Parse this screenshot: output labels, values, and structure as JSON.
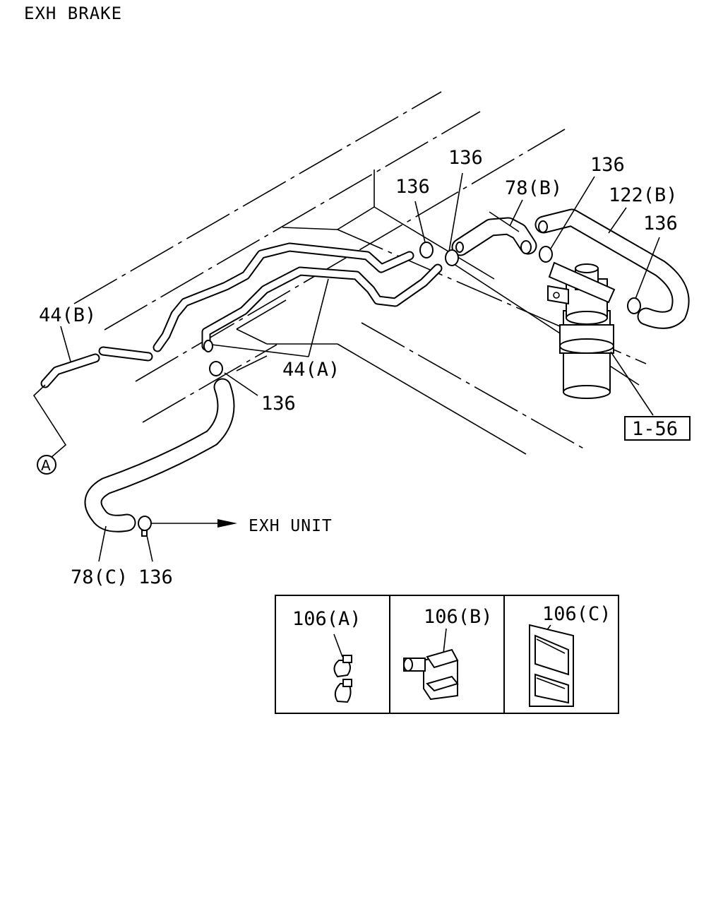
{
  "title": "EXH BRAKE",
  "callouts": {
    "c136_top_left": "136",
    "c136_top_mid": "136",
    "c78b": "78(B)",
    "c136_right": "136",
    "c122b": "122(B)",
    "c136_far_right": "136",
    "c44b": "44(B)",
    "c44a": "44(A)",
    "c136_lower": "136",
    "c78c": "78(C)",
    "c136_bottom": "136",
    "ref_box": "1-56",
    "circle_a": "A"
  },
  "arrow_label": "EXH UNIT",
  "clip_panels": [
    {
      "label": "106(A)"
    },
    {
      "label": "106(B)"
    },
    {
      "label": "106(C)"
    }
  ]
}
